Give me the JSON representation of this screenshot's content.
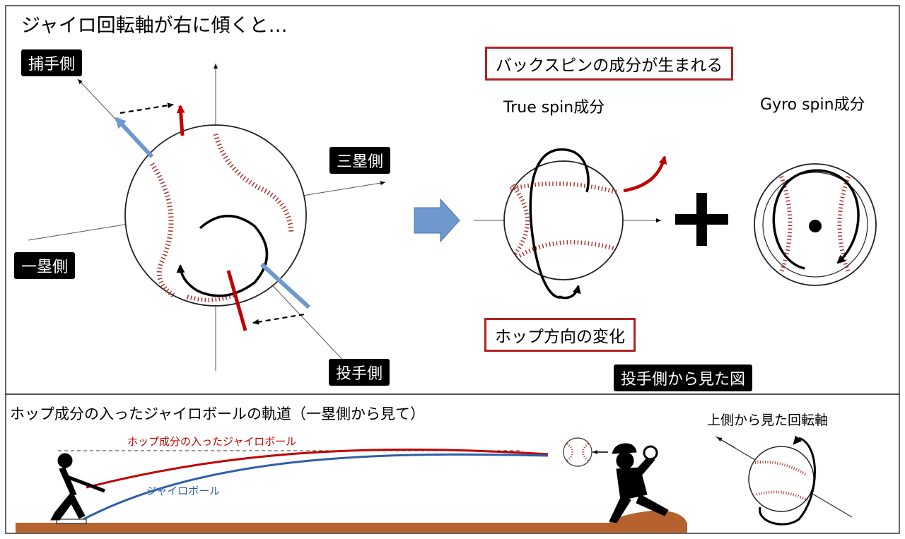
{
  "title": "ジャイロ回転軸が右に傾くと…",
  "labels": {
    "catcher": "捕手側",
    "third": "三塁側",
    "first": "一塁側",
    "pitcher": "投手側",
    "view": "投手側から見た図"
  },
  "boxes": {
    "backspin": "バックスピンの成分が生まれる",
    "hop": "ホップ方向の変化"
  },
  "components": {
    "true_spin": "True spin成分",
    "gyro_spin": "Gyro spin成分"
  },
  "bottom": {
    "title": "ホップ成分の入ったジャイロボールの軌道（一塁側から見て）",
    "hop_label": "ホップ成分の入ったジャイロボール",
    "gyro_label": "ジャイロボール",
    "top_view_label": "上側から見た回転軸"
  },
  "colors": {
    "red": "#c00000",
    "blue": "#2e5fa8",
    "light_blue": "#6f98cf",
    "dirt": "#b5622f",
    "seam": "#b03030"
  }
}
